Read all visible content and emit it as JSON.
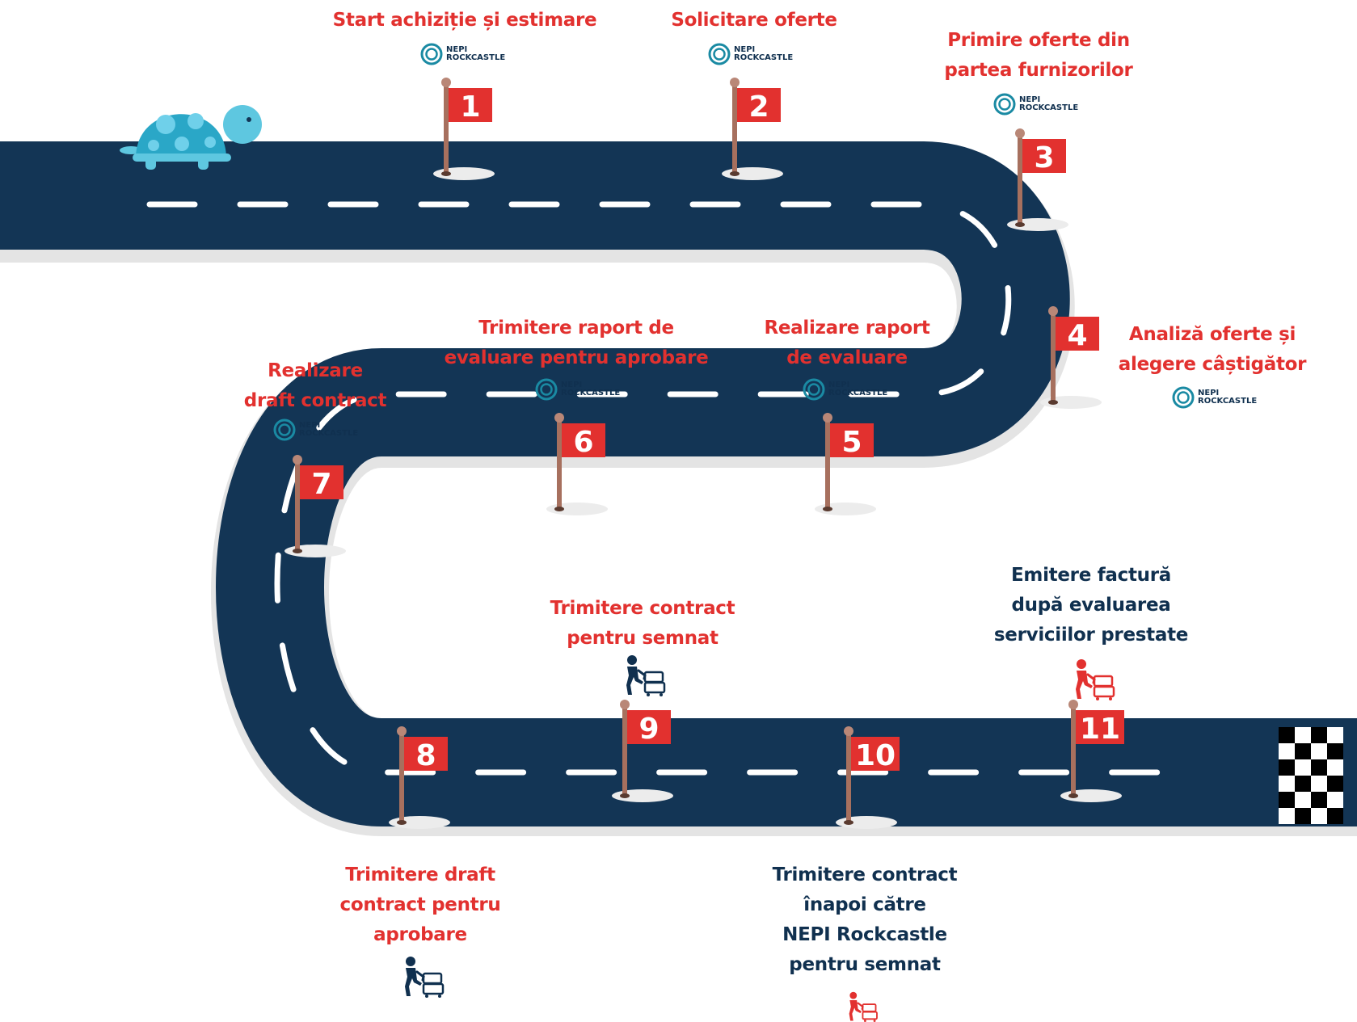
{
  "colors": {
    "road": "#133555",
    "road_shadow": "#e4e4e4",
    "dash": "#ffffff",
    "flag": "#e2312f",
    "pole": "#a7705e",
    "red_text": "#e2312f",
    "navy_text": "#10304f",
    "logo_teal": "#1a8aa3",
    "turtle_shell": "#2aa7c7",
    "turtle_body": "#5ec7e0"
  },
  "logo": {
    "line1": "NEPI",
    "line2": "ROCKCASTLE",
    "icon": "nepi-rockcastle-ring-icon"
  },
  "flags": [
    "1",
    "2",
    "3",
    "4",
    "5",
    "6",
    "7",
    "8",
    "9",
    "10",
    "11"
  ],
  "steps": [
    {
      "text": "Start achiziție și estimare",
      "color": "red",
      "marker": "logo"
    },
    {
      "text": "Solicitare oferte",
      "color": "red",
      "marker": "logo"
    },
    {
      "text": "Primire oferte din\npartea furnizorilor",
      "color": "red",
      "marker": "logo"
    },
    {
      "text": "Analiză oferte și\nalegere câștigător",
      "color": "red",
      "marker": "logo"
    },
    {
      "text": "Realizare raport\nde evaluare",
      "color": "red",
      "marker": "logo"
    },
    {
      "text": "Trimitere raport de\nevaluare pentru aprobare",
      "color": "red",
      "marker": "logo"
    },
    {
      "text": "Realizare\ndraft contract",
      "color": "red",
      "marker": "logo"
    },
    {
      "text": "Trimitere draft\ncontract pentru\naprobare",
      "color": "red",
      "marker": "courier-navy"
    },
    {
      "text": "Trimitere contract\npentru semnat",
      "color": "red",
      "marker": "courier-navy"
    },
    {
      "text": "Trimitere contract\nînapoi către\nNEPI Rockcastle\npentru semnat",
      "color": "navy",
      "marker": "courier-red"
    },
    {
      "text": "Emitere factură\ndupă evaluarea\nserviciilor prestate",
      "color": "navy",
      "marker": "courier-red"
    }
  ],
  "icons": {
    "start": "turtle-icon",
    "finish": "checkered-finish-flag-icon",
    "courier": "courier-with-boxes-icon"
  }
}
